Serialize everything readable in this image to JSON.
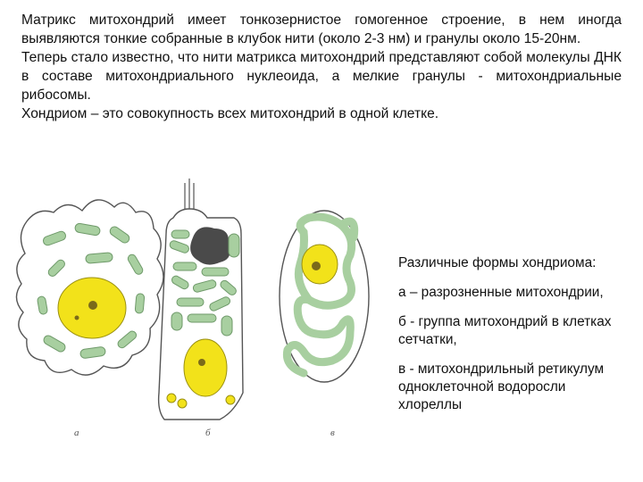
{
  "intro": {
    "p1": "Матрикс митохондрий имеет тонкозернистое гомогенное строение, в нем иногда выявляются тонкие собранные в клубок нити (около 2-3 нм) и гранулы около 15-20нм.",
    "p2": "Теперь стало известно, что нити матрикса митохондрий представляют собой молекулы ДНК в составе митохондриального нуклеоида, а мелкие гранулы - митохондриальные рибосомы.",
    "p3": "Хондриом – это совокупность всех митохондрий в одной клетке."
  },
  "caption": {
    "title": "Различные формы хондриома:",
    "item_a": "а – разрозненные митохондрии,",
    "item_b": "б - группа митохондрий в клетках сетчатки,",
    "item_c": "в - митохондрильный ретикулум одноклеточной водоросли хлореллы"
  },
  "figure": {
    "label_a": "а",
    "label_b": "б",
    "label_c": "в",
    "colors": {
      "cytoplasm": "#ffffff",
      "outline": "#555555",
      "mitochondria": "#a8cfa0",
      "mitochondria_stroke": "#6f9a6a",
      "nucleus": "#f2e21a",
      "nucleus_stroke": "#9a9012",
      "nucleolus": "#7a6a1a",
      "pigment": "#4a4a4a"
    }
  }
}
